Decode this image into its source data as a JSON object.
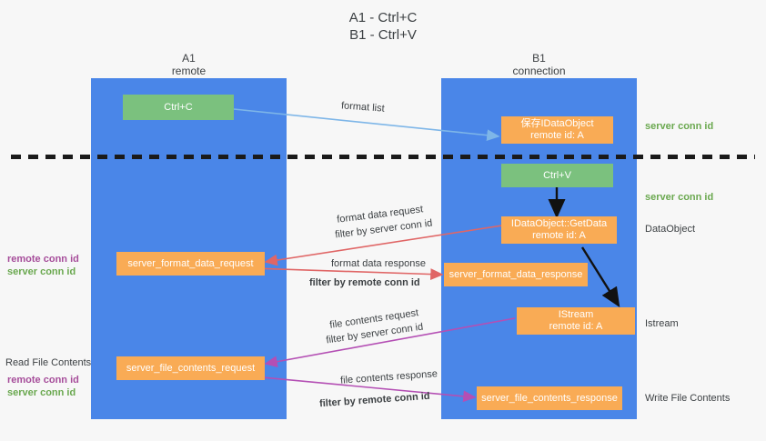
{
  "title": {
    "line1": "A1 - Ctrl+C",
    "line2": "B1 - Ctrl+V"
  },
  "lanes": [
    {
      "name": "A1",
      "sub": "remote",
      "color": "#4a86e8"
    },
    {
      "name": "B1",
      "sub": "connection",
      "color": "#4a86e8"
    }
  ],
  "boxes": {
    "ctrl_c": "Ctrl+C",
    "ctrl_v": "Ctrl+V",
    "save_dataobject_l1": "保存IDataObject",
    "save_dataobject_l2": "remote id: A",
    "getdata_l1": "IDataObject::GetData",
    "getdata_l2": "remote id: A",
    "istream_l1": "IStream",
    "istream_l2": "remote id: A",
    "format_data_request": "server_format_data_request",
    "format_data_response": "server_format_data_response",
    "file_contents_request": "server_file_contents_request",
    "file_contents_response": "server_file_contents_response"
  },
  "annotations": {
    "format_list": "format list",
    "format_data_request_label": "format data request",
    "filter_by": "filter by",
    "server_conn_id": "server conn id",
    "remote_conn_id": "remote conn id",
    "format_data_response_label": "format data response",
    "file_contents_request_label": "file contents request",
    "file_contents_response_label": "file contents response"
  },
  "right_labels": {
    "server_conn_id_top": "server conn id",
    "server_conn_id_second": "server conn id",
    "dataobject": "DataObject",
    "istream": "Istream",
    "write_file_contents": "Write File Contents"
  },
  "left_labels": {
    "remote_conn_id_1": "remote conn id",
    "server_conn_id_1": "server conn id",
    "read_file_contents": "Read File Contents",
    "remote_conn_id_2": "remote conn id",
    "server_conn_id_2": "server conn id"
  },
  "colors": {
    "lane": "#4a86e8",
    "orange": "#f9ab55",
    "green_box": "#7bc17e",
    "green_text": "#6aa84f",
    "purple_text": "#a64d9a",
    "blue_arrow": "#7eb6e8",
    "red_arrow": "#e06666",
    "purple_arrow": "#b44fb4",
    "black": "#1a1a1a",
    "background": "#f7f7f7"
  }
}
